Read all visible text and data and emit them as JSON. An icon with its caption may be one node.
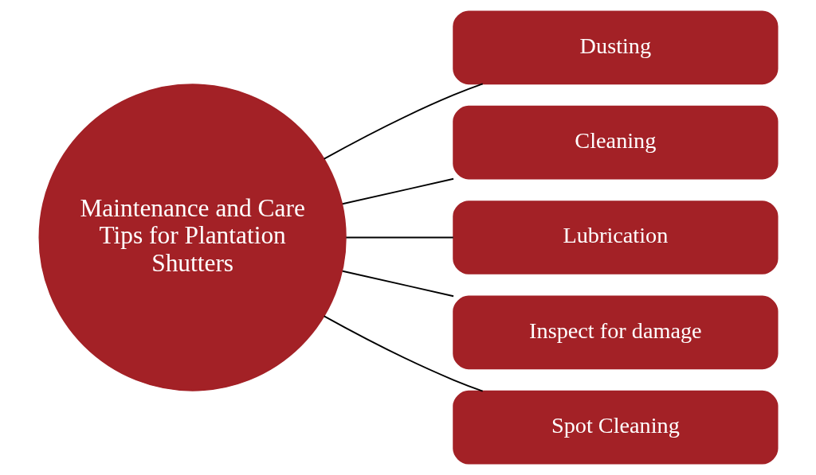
{
  "diagram": {
    "nodes": [
      {
        "text": [
          "Maintenance and Care Tips for Plantation Shutters"
        ]
      },
      {
        "text": [
          "Dusting"
        ]
      },
      {
        "text": [
          "Cleaning"
        ]
      },
      {
        "text": [
          "Lubrication"
        ]
      },
      {
        "text": [
          "Inspect for damage"
        ]
      },
      {
        "text": [
          "Spot Cleaning"
        ]
      }
    ],
    "edges": [
      {
        "from": 0,
        "to": 1,
        "arrow": "none"
      },
      {
        "from": 0,
        "to": 2,
        "arrow": "none"
      },
      {
        "from": 0,
        "to": 3,
        "arrow": "none"
      },
      {
        "from": 0,
        "to": 4,
        "arrow": "none"
      },
      {
        "from": 0,
        "to": 5,
        "arrow": "none"
      }
    ]
  }
}
